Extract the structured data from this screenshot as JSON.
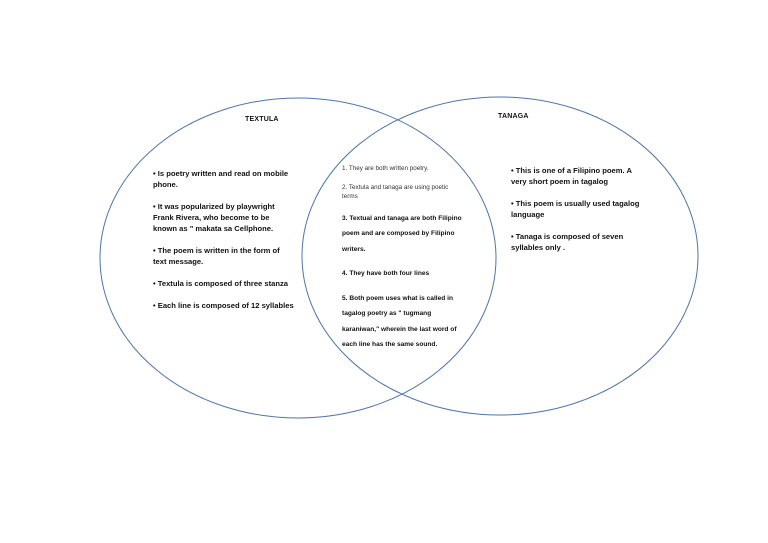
{
  "diagram": {
    "left_title": "TEXTULA",
    "right_title": "TANAGA",
    "left_items": [
      "• Is poetry written and read on mobile phone.",
      "• It was popularized by playwright Frank Rivera, who become to be known as \" makata sa Cellphone.",
      "• The poem is written in the form of text message.",
      "• Textula is composed of three stanza",
      "• Each line is composed of 12 syllables"
    ],
    "middle_items": [
      "1. They are both written poetry.",
      "2. Textula and tanaga are using poetic terms",
      "3. Textual and tanaga are both Filipino poem and are composed by Filipino writers.",
      "4. They have both four lines",
      "5. Both poem uses what is called in tagalog poetry as \" tugmang karaniwan,\" wherein the last word of each line has the same sound."
    ],
    "right_items": [
      "• This is one of a Filipino poem. A very short poem in tagalog",
      "• This poem is usually used tagalog language",
      "• Tanaga is composed of seven syllables only ."
    ],
    "colors": {
      "circle_stroke": "#4f76a8",
      "text": "#111111"
    }
  }
}
